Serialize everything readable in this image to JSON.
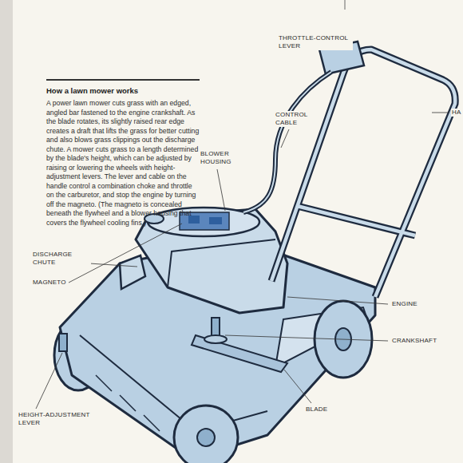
{
  "diagram": {
    "title": "How a lawn mower works",
    "labels": [
      "A power lawn mower cuts grass with an edged, angled bar fastened to the engine crankshaft. As the blade rotates, its slightly raised rear edge creates a draft that lifts the grass for better cutting and also blows grass clippings out the discharge chute. A mower cuts grass to a length determined by the blade's height, which can be adjusted by raising or lowering the wheels with height-adjustment levers. The lever and cable on the handle control a combination choke and throttle on the carburetor, and stop the engine by turning off the magneto. (The magneto is concealed beneath the flywheel and a blower housing that covers the flywheel cooling fins.)",
      "THROTTLE-CONTROL LEVER",
      "HA",
      "CONTROL CABLE",
      "BLOWER HOUSING",
      "DISCHARGE CHUTE",
      "MAGNETO",
      "ENGINE",
      "CRANKSHAFT",
      "BLADE",
      "HEIGHT-ADJUSTMENT LEVER"
    ]
  }
}
